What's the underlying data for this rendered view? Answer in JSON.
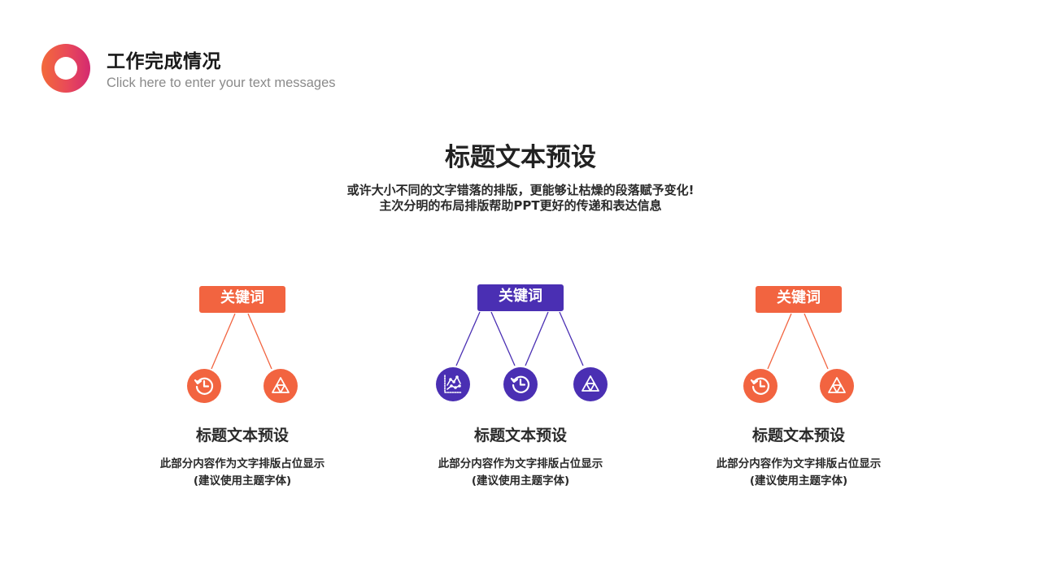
{
  "header": {
    "title": "工作完成情况",
    "subtitle": "Click here to enter your text messages"
  },
  "main": {
    "title": "标题文本预设",
    "desc_line1": "或许大小不同的文字错落的排版，更能够让枯燥的段落赋予变化!",
    "desc_line2": "主次分明的布局排版帮助PPT更好的传递和表达信息"
  },
  "colors": {
    "orange": "#f26440",
    "purple": "#4a2fb3",
    "ring_start": "#f36a3a",
    "ring_end": "#d42a70"
  },
  "columns": [
    {
      "keyword": "关键词",
      "color": "orange",
      "icons": [
        "history-icon",
        "triangle-icon"
      ],
      "title": "标题文本预设",
      "desc_line1": "此部分内容作为文字排版占位显示",
      "desc_line2": "(建议使用主题字体)"
    },
    {
      "keyword": "关键词",
      "color": "purple",
      "icons": [
        "line-chart-icon",
        "history-icon",
        "triangle-icon"
      ],
      "title": "标题文本预设",
      "desc_line1": "此部分内容作为文字排版占位显示",
      "desc_line2": "(建议使用主题字体)"
    },
    {
      "keyword": "关键词",
      "color": "orange",
      "icons": [
        "history-icon",
        "triangle-icon"
      ],
      "title": "标题文本预设",
      "desc_line1": "此部分内容作为文字排版占位显示",
      "desc_line2": "(建议使用主题字体)"
    }
  ]
}
